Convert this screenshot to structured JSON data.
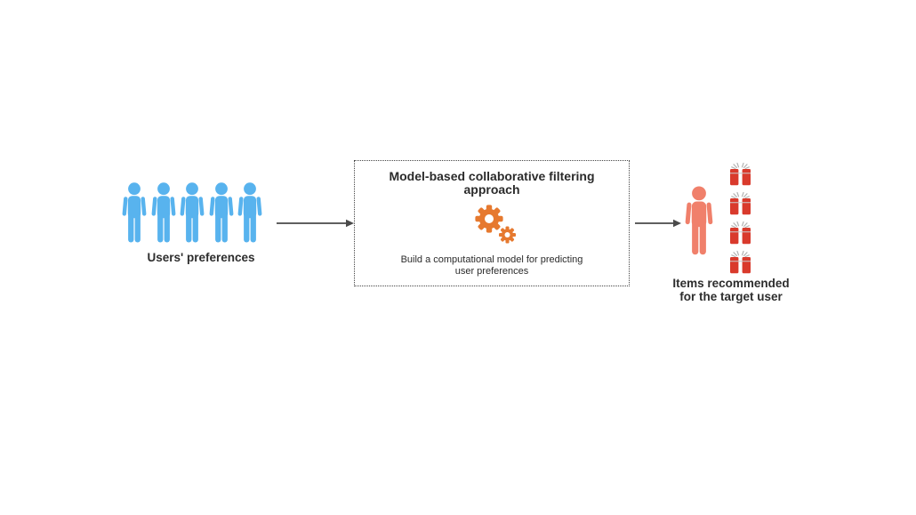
{
  "colors": {
    "background": "#ffffff",
    "text": "#2d2d2d",
    "user_blue": "#58B3EE",
    "target_person_orange": "#F0806B",
    "gear_orange": "#E6792F",
    "gift_red": "#D93A2C",
    "sparkle_gray": "#b3b3b3",
    "gift_lid_line": "#cccccc",
    "arrow_gray": "#4a4a4a",
    "box_border": "#454545"
  },
  "left_group": {
    "label": "Users' preferences",
    "user_count": 5
  },
  "process_box": {
    "title_lines": [
      "Model-based collaborative filtering",
      "approach"
    ],
    "description_lines": [
      "Build a computational model for predicting",
      "user preferences"
    ]
  },
  "right_group": {
    "label_lines": [
      "Items recommended",
      "for the target user"
    ],
    "gift_count": 4
  }
}
